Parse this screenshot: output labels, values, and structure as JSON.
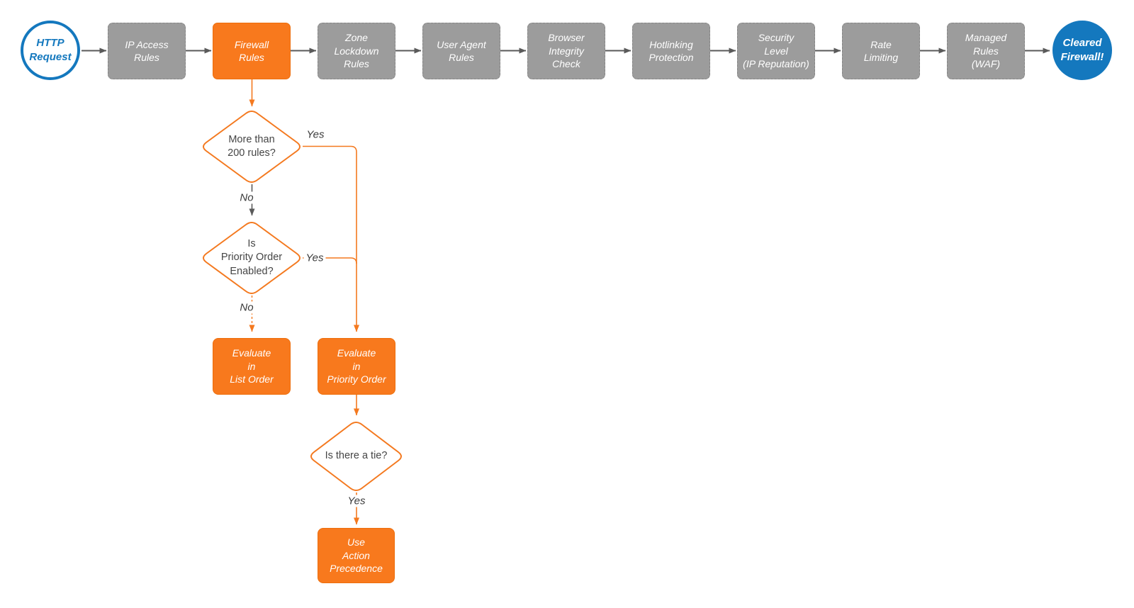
{
  "colors": {
    "accent_orange": "#f8791d",
    "node_gray": "#9c9c9c",
    "accent_blue": "#1478be",
    "connector_gray": "#5a5a5a",
    "connector_orange": "#f4791f"
  },
  "start_node": {
    "label": "HTTP\nRequest"
  },
  "end_node": {
    "label": "Cleared\nFirewall!"
  },
  "pipeline": [
    {
      "label": "IP Access\nRules",
      "variant": "gray"
    },
    {
      "label": "Firewall\nRules",
      "variant": "orange"
    },
    {
      "label": "Zone\nLockdown\nRules",
      "variant": "gray"
    },
    {
      "label": "User Agent\nRules",
      "variant": "gray"
    },
    {
      "label": "Browser\nIntegrity\nCheck",
      "variant": "gray"
    },
    {
      "label": "Hotlinking\nProtection",
      "variant": "gray"
    },
    {
      "label": "Security\nLevel\n(IP Reputation)",
      "variant": "gray"
    },
    {
      "label": "Rate\nLimiting",
      "variant": "gray"
    },
    {
      "label": "Managed\nRules\n(WAF)",
      "variant": "gray"
    }
  ],
  "decisions": [
    {
      "label": "More than\n200 rules?"
    },
    {
      "label": "Is\nPriority Order\nEnabled?"
    },
    {
      "label": "Is there a tie?"
    }
  ],
  "actions": [
    {
      "label": "Evaluate\nin\nList Order"
    },
    {
      "label": "Evaluate\nin\nPriority Order"
    },
    {
      "label": "Use\nAction\nPrecedence"
    }
  ],
  "edge_labels": {
    "d1_yes": "Yes",
    "d1_no": "No",
    "d2_yes": "Yes",
    "d2_no": "No",
    "d3_yes": "Yes"
  }
}
